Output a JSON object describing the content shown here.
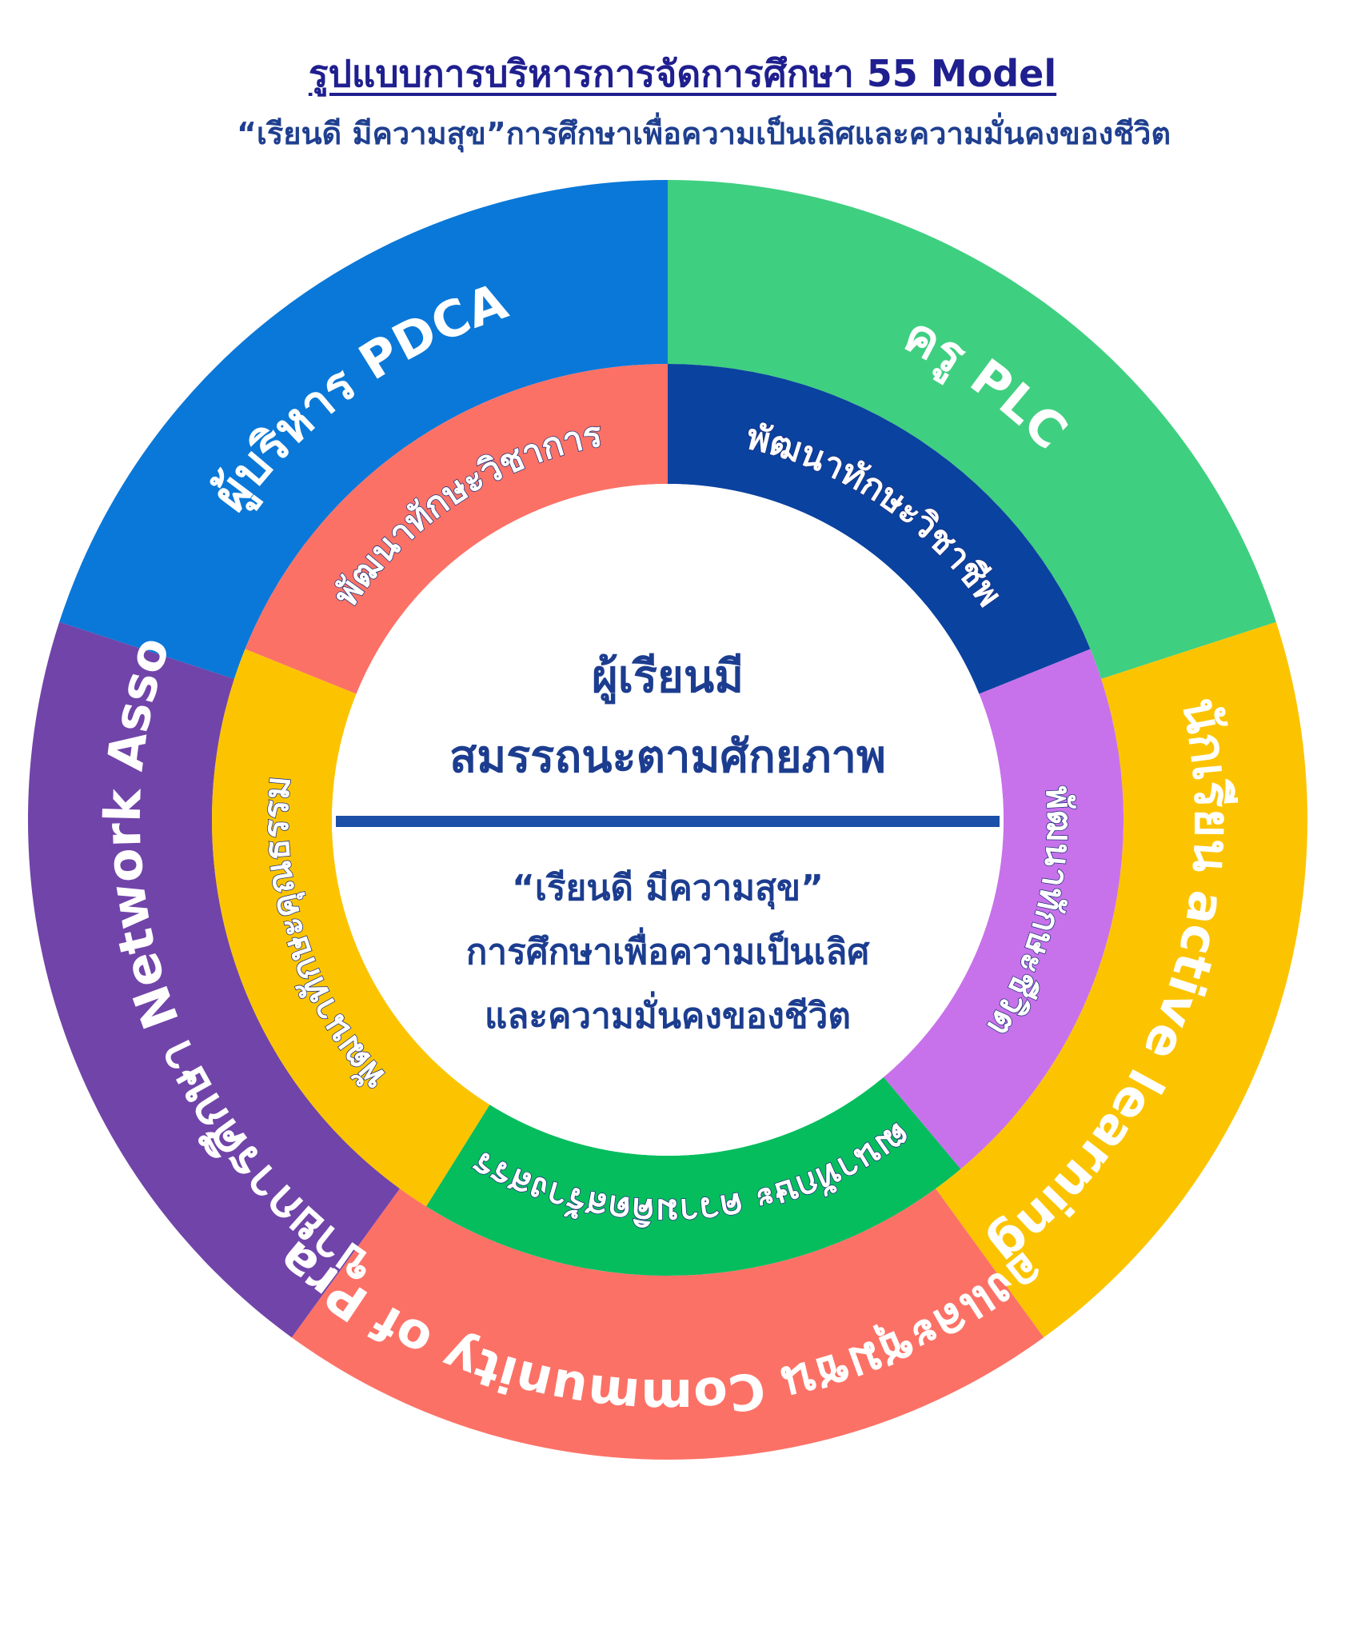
{
  "title": "รูปแบบการบริหารการจัดการศึกษา 55 Model",
  "subtitle": "“เรียนดี มีความสุข”การศึกษาเพื่อความเป็นเลิศและความมั่นคงของชีวิต",
  "center": {
    "heading_line1": "ผู้เรียนมี",
    "heading_line2": "สมรรถนะตามศักยภาพ",
    "motto_line1": "“เรียนดี มีความสุข”",
    "motto_line2": "การศึกษาเพื่อความเป็นเลิศ",
    "motto_line3": "และความมั่นคงของชีวิต"
  },
  "outer_ring": [
    {
      "label": "ผู้บริหาร PDCA",
      "color": "#0a78d8"
    },
    {
      "label": "ครู PLC",
      "color": "#3fcf80"
    },
    {
      "label": "นักเรียน active learning",
      "color": "#fcc400"
    },
    {
      "label": "ผู้ปกครองและชุมชน Community of Practice",
      "color": "#fc7166"
    },
    {
      "label": "ภาคีเครือข่ายการศึกษา Network Associations",
      "color": "#7144a9"
    }
  ],
  "inner_ring": [
    {
      "label": "พัฒนาทักษะวิชาการ",
      "color": "#fc7166"
    },
    {
      "label": "พัฒนาทักษะวิชาชีพ",
      "color": "#0a42a0"
    },
    {
      "label": "พัฒนาทักษะชีวิต",
      "color": "#c772ea"
    },
    {
      "label": "พัฒนาทักษะ ความคิดสร้างสรรค์",
      "color": "#06bd5e"
    },
    {
      "label": "พัฒนาทักษะคุณธรรม",
      "color": "#fcc400"
    }
  ]
}
